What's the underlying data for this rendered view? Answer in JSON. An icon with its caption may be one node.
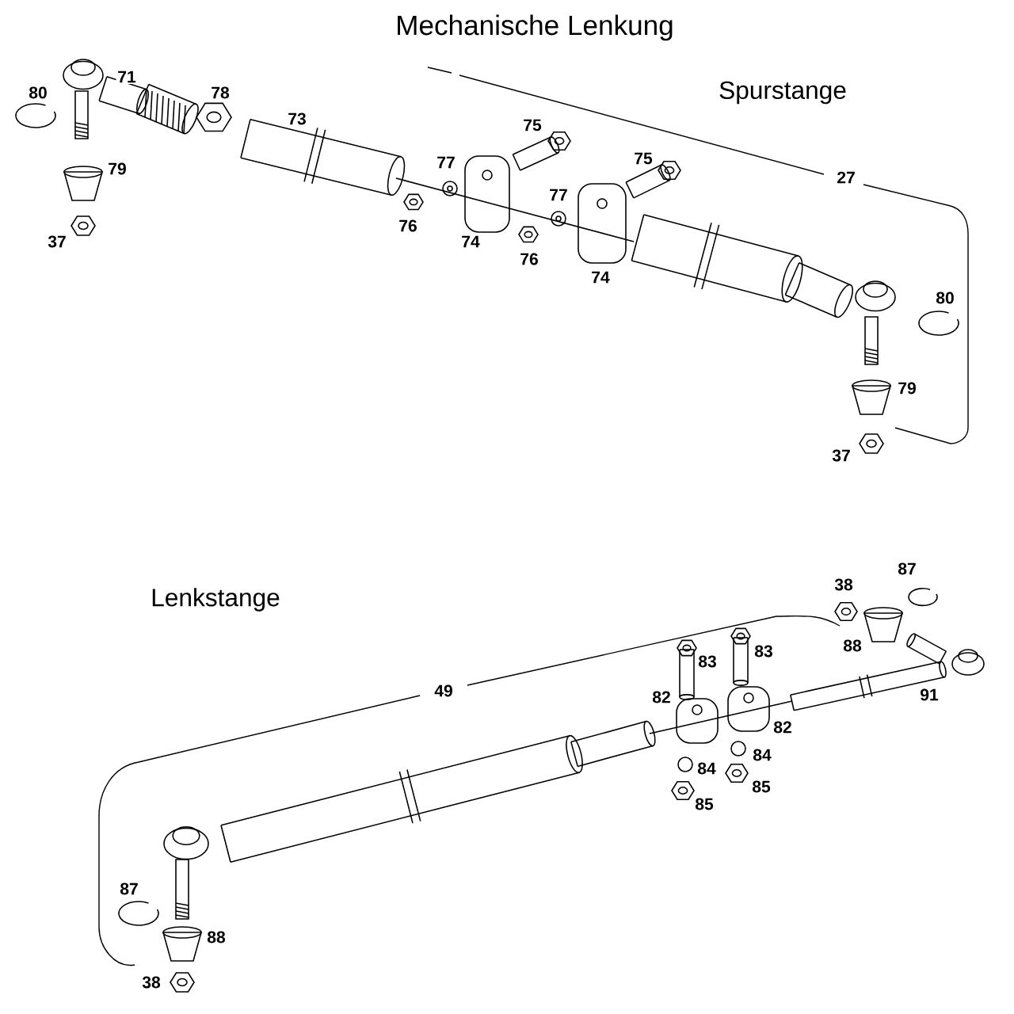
{
  "diagram": {
    "title": "Mechanische Lenkung",
    "labels": [
      "Spurstange",
      "71",
      "80",
      "78",
      "73",
      "75",
      "75",
      "77",
      "79",
      "27",
      "77",
      "76",
      "37",
      "74",
      "76",
      "74",
      "80",
      "79",
      "37",
      "87",
      "38",
      "Lenkstange",
      "88",
      "83",
      "83",
      "49",
      "91",
      "82",
      "82",
      "84",
      "84",
      "85",
      "85",
      "87",
      "88",
      "38"
    ]
  }
}
